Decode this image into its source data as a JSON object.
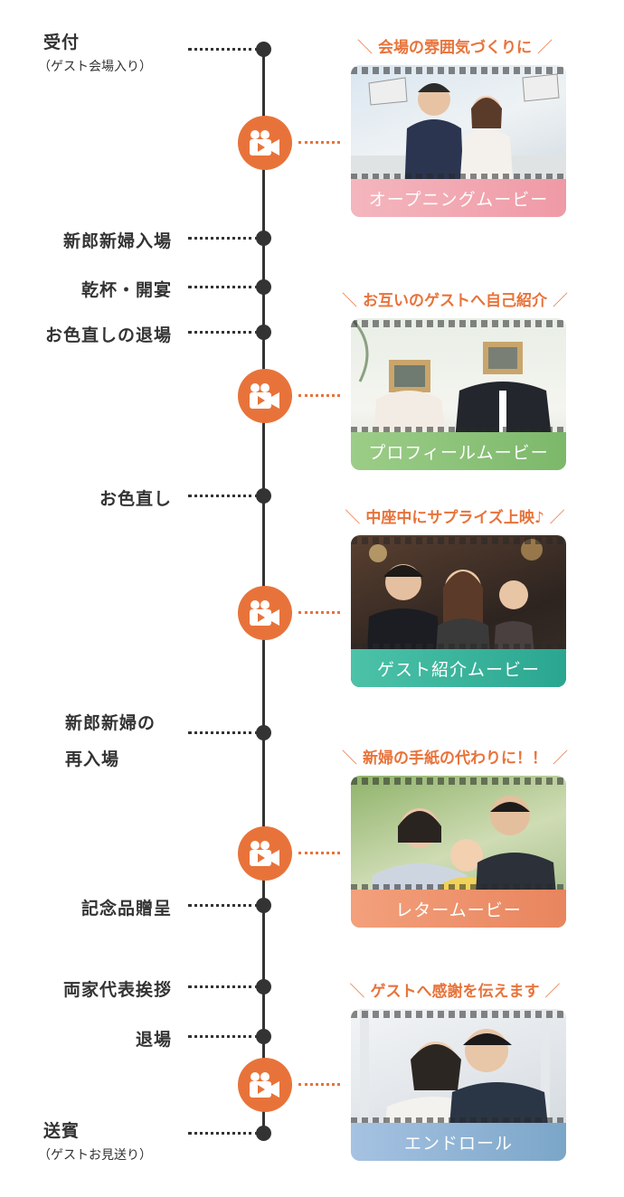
{
  "events": [
    {
      "id": "reception",
      "label": "受付",
      "sub": "（ゲスト会場入り）"
    },
    {
      "id": "entrance",
      "label": "新郎新婦入場"
    },
    {
      "id": "toast",
      "label": "乾杯・開宴"
    },
    {
      "id": "exit-change",
      "label": "お色直しの退場"
    },
    {
      "id": "change",
      "label": "お色直し"
    },
    {
      "id": "reentry",
      "label": "新郎新婦の",
      "label2": "再入場"
    },
    {
      "id": "gift",
      "label": "記念品贈呈"
    },
    {
      "id": "speech",
      "label": "両家代表挨拶"
    },
    {
      "id": "exit",
      "label": "退場"
    },
    {
      "id": "sendoff",
      "label": "送賓",
      "sub": "（ゲストお見送り）"
    }
  ],
  "movies": [
    {
      "caption": "会場の雰囲気づくりに",
      "title": "オープニングムービー",
      "band_color": "#f2a6b0"
    },
    {
      "caption": "お互いのゲストへ自己紹介",
      "title": "プロフィールムービー",
      "band_color": "#8cc27a"
    },
    {
      "caption": "中座中にサプライズ上映♪",
      "title": "ゲスト紹介ムービー",
      "band_color": "#3fb4a0"
    },
    {
      "caption": "新婦の手紙の代わりに！！",
      "title": "レタームービー",
      "band_color": "#ee9470"
    },
    {
      "caption": "ゲストへ感謝を伝えます",
      "title": "エンドロール",
      "band_color": "#8fb4d8"
    }
  ],
  "slash_left": "＼",
  "slash_right": "／",
  "colors": {
    "accent": "#e8733a",
    "line": "#333333"
  }
}
